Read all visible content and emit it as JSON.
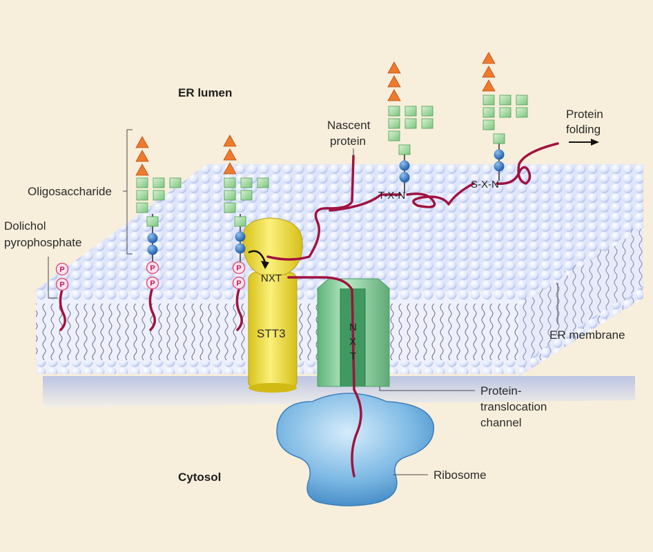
{
  "labels": {
    "er_lumen": "ER lumen",
    "cytosol": "Cytosol",
    "oligosaccharide": "Oligosaccharide",
    "dolichol_1": "Dolichol",
    "dolichol_2": "pyrophosphate",
    "nascent_1": "Nascent",
    "nascent_2": "protein",
    "protein_folding_1": "Protein",
    "protein_folding_2": "folding",
    "er_membrane": "ER membrane",
    "channel_1": "Protein-",
    "channel_2": "translocation",
    "channel_3": "channel",
    "ribosome": "Ribosome",
    "stt3": "STT3",
    "nxt_enzyme": "NXT",
    "nxt_channel_n": "N",
    "nxt_channel_x": "X",
    "nxt_channel_t": "T",
    "txn": "T-X-N",
    "sxn": "S-X-N",
    "phosphate": "P"
  },
  "colors": {
    "background": "#f7eedb",
    "membrane_head": "#dfe6fb",
    "chain": "#a0123f",
    "mannose_triangle": "#ef7a2c",
    "sugar_cube": "#a7dca6",
    "glcnac_bead": "#2f73c2",
    "stt3": "#f1e03a",
    "channel": "#7fcf95",
    "ribosome": "#6fb0dd"
  }
}
